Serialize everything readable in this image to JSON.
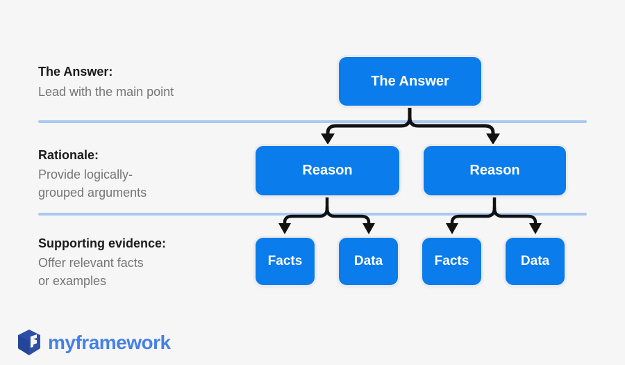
{
  "palette": {
    "background": "#f6f6f7",
    "node_blue": "#0a7ceb",
    "divider_blue": "#a9c9f1",
    "connector_black": "#111111",
    "logo_text_blue": "#4580e8",
    "logo_icon_blue": "#2c4fa5",
    "label_dark": "#1b1b1b",
    "label_gray": "#757575"
  },
  "annotations": [
    {
      "label": "The Answer:",
      "description": "Lead with the main point"
    },
    {
      "label": "Rationale:",
      "description": "Provide logically-\ngrouped arguments"
    },
    {
      "label": "Supporting evidence:",
      "description": "Offer relevant facts\nor examples"
    }
  ],
  "diagram": {
    "root_label": "The Answer",
    "reason_labels": [
      "Reason",
      "Reason"
    ],
    "leaf_labels": [
      "Facts",
      "Data",
      "Facts",
      "Data"
    ]
  },
  "footer": {
    "logo_text": "myframework"
  }
}
